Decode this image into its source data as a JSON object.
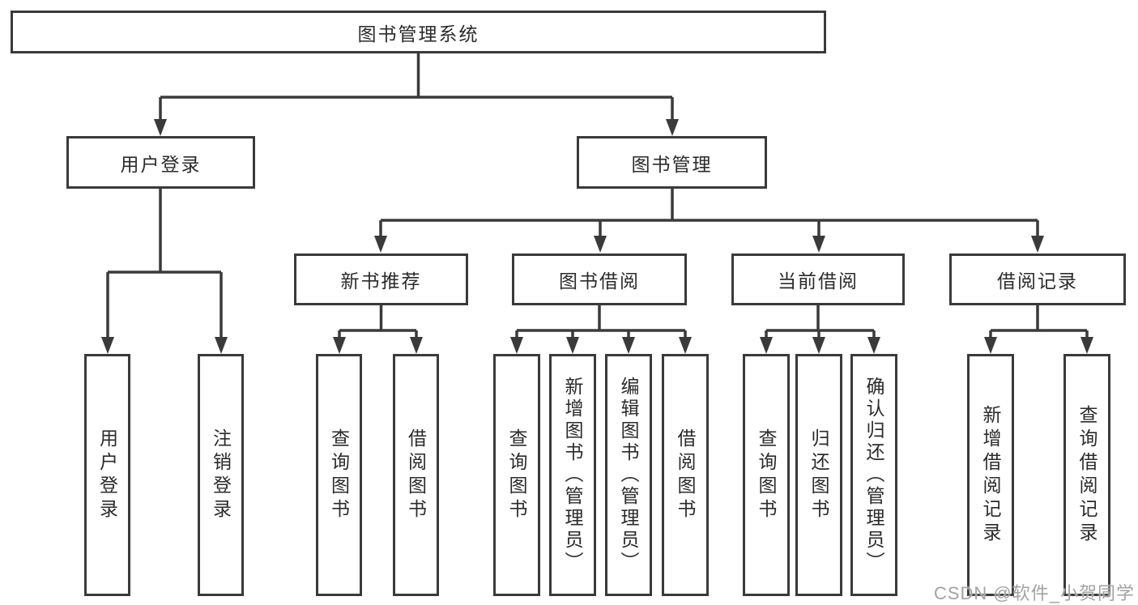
{
  "diagram": {
    "root": "图书管理系统",
    "user_login": {
      "label": "用户登录",
      "children": [
        "用户登录",
        "注销登录"
      ]
    },
    "book_management": {
      "label": "图书管理",
      "sections": [
        {
          "label": "新书推荐",
          "children": [
            "查询图书",
            "借阅图书"
          ]
        },
        {
          "label": "图书借阅",
          "children": [
            "查询图书",
            "新增图书（管理员）",
            "编辑图书（管理员）",
            "借阅图书"
          ]
        },
        {
          "label": "当前借阅",
          "children": [
            "查询图书",
            "归还图书",
            "确认归还（管理员）"
          ]
        },
        {
          "label": "借阅记录",
          "children": [
            "新增借阅记录",
            "查询借阅记录"
          ]
        }
      ]
    }
  },
  "watermark": "CSDN @软件_小贺同学",
  "colors": {
    "line": "#3a3a3a",
    "text": "#2b2b2b",
    "background": "#ffffff",
    "watermark": "#a3a3a3"
  }
}
